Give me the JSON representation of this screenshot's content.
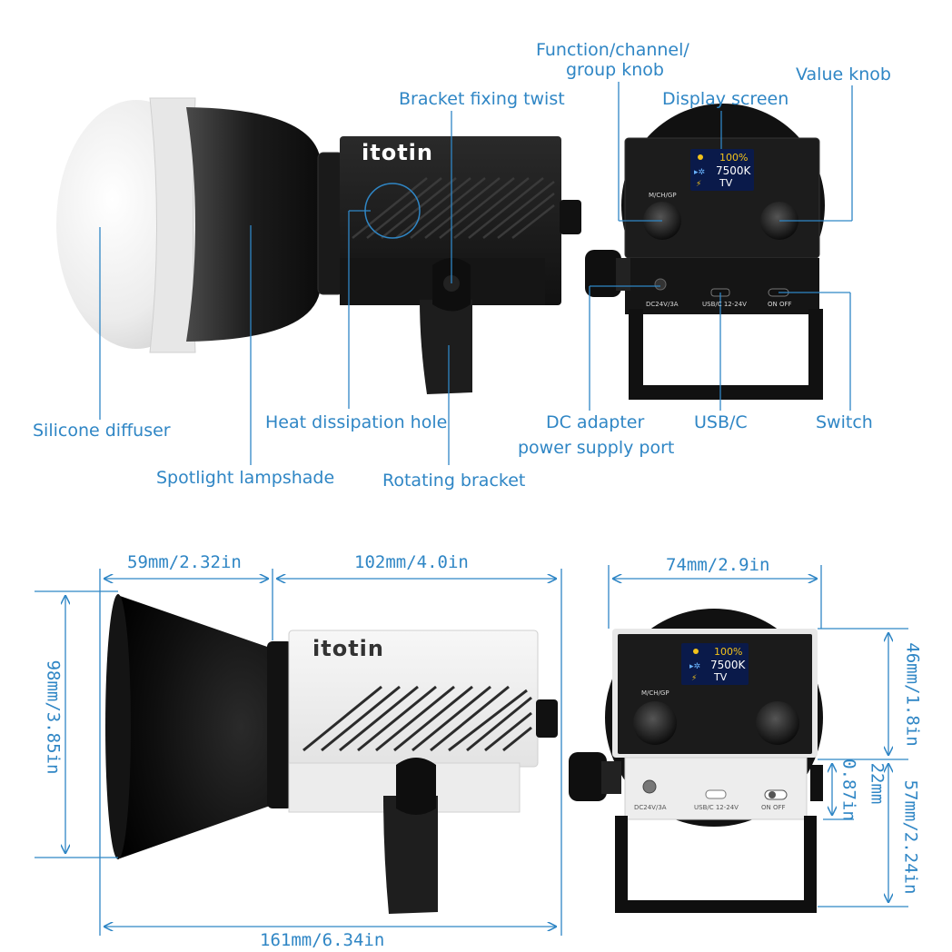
{
  "top_labels": {
    "function_knob": "Function/channel/\ngroup knob",
    "function_knob_line1": "Function/channel/",
    "function_knob_line2": "group knob",
    "value_knob": "Value knob",
    "display_screen": "Display screen",
    "bracket_fixing_twist": "Bracket fixing twist",
    "silicone_diffuser": "Silicone diffuser",
    "heat_dissipation_hole": "Heat dissipation hole",
    "spotlight_lampshade": "Spotlight lampshade",
    "rotating_bracket": "Rotating bracket",
    "dc_adapter_line1": "DC adapter",
    "dc_adapter_line2": "power supply port",
    "usb_c": "USB/C",
    "switch": "Switch"
  },
  "dimensions": {
    "reflector_depth": "59mm/2.32in",
    "body_length": "102mm/4.0in",
    "total_length": "161mm/6.34in",
    "height": "98mm/3.85in",
    "panel_width": "74mm/2.9in",
    "panel_top_height": "46mm/1.8in",
    "port_height": "22mm/0.87in",
    "port_height_line1": "22mm",
    "port_height_line2": "0.87in",
    "bracket_height": "57mm/2.24in"
  },
  "device": {
    "brand": "itotin",
    "screen": {
      "brightness": "100%",
      "color_temp": "7500K",
      "mode": "TV"
    },
    "ports": {
      "dc": "DC24V/3A",
      "usb": "USB/C 12-24V",
      "switch": "ON  OFF"
    },
    "knob_label": "M/CH/GP"
  },
  "colors": {
    "accent": "#2f86c5",
    "screen_bg": "#0a1a4a",
    "screen_text": "#ffffff",
    "screen_icon": "#f2c21a"
  }
}
